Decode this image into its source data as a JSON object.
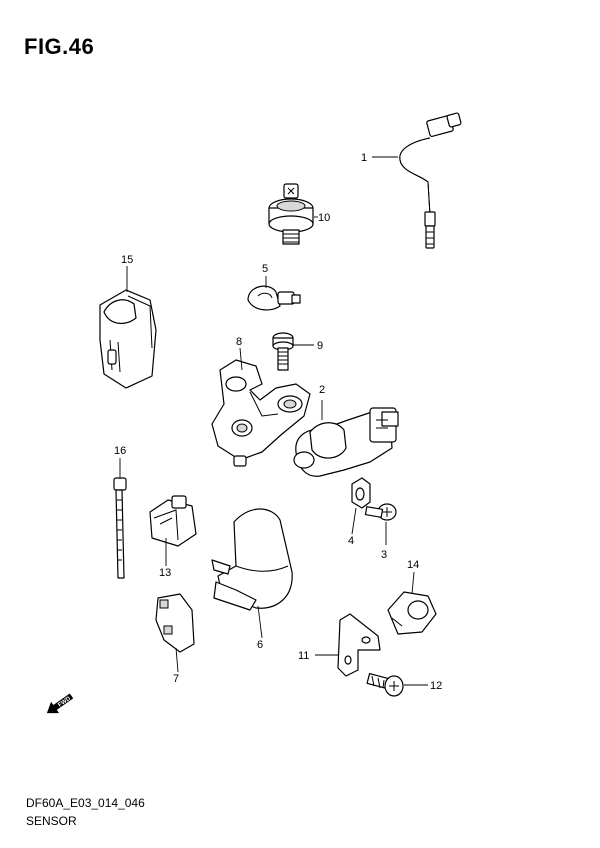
{
  "figure": {
    "title": "FIG.46",
    "code": "DF60A_E03_014_046",
    "name": "SENSOR"
  },
  "callouts": [
    "1",
    "2",
    "3",
    "4",
    "5",
    "6",
    "7",
    "8",
    "9",
    "10",
    "11",
    "12",
    "13",
    "14",
    "15",
    "16"
  ],
  "fwd_label": "FWD"
}
